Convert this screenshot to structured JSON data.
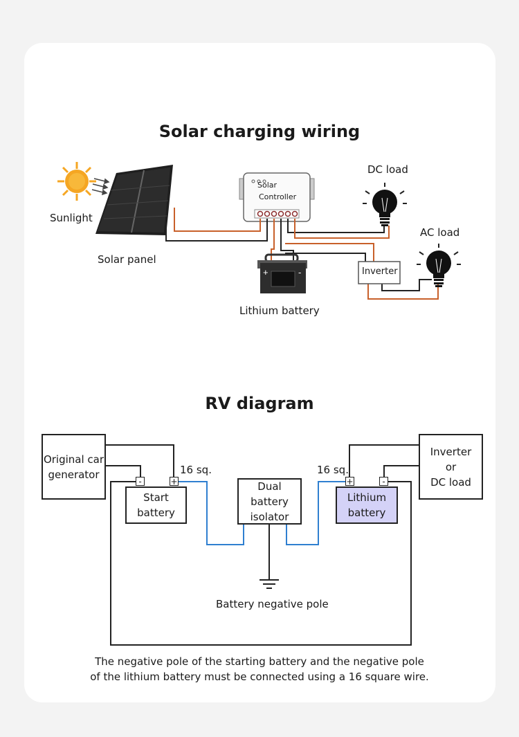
{
  "solar": {
    "title": "Solar charging wiring",
    "sunlight": "Sunlight",
    "panel": "Solar panel",
    "controller_line1": "Solar",
    "controller_line2": "Controller",
    "dc_load": "DC load",
    "ac_load": "AC load",
    "inverter": "Inverter",
    "battery": "Lithium battery"
  },
  "rv": {
    "title": "RV diagram",
    "generator_line1": "Original car",
    "generator_line2": "generator",
    "start_battery_line1": "Start",
    "start_battery_line2": "battery",
    "isolator_line1": "Dual battery",
    "isolator_line2": "isolator",
    "lithium_line1": "Lithium",
    "lithium_line2": "battery",
    "inverter_line1": "Inverter",
    "inverter_line2": "or",
    "inverter_line3": "DC load",
    "wire_left": "16 sq.",
    "wire_right": "16 sq.",
    "plus": "+",
    "minus": "-",
    "ground": "Battery negative pole",
    "note_line1": "The negative pole of the starting battery and the negative pole",
    "note_line2": "of the lithium battery must be connected using a 16 square wire."
  },
  "colors": {
    "orange_wire": "#c8602a",
    "blue_wire": "#2f7fd0",
    "lithium_fill": "#d4d2f7",
    "sun": "#f5a623"
  }
}
